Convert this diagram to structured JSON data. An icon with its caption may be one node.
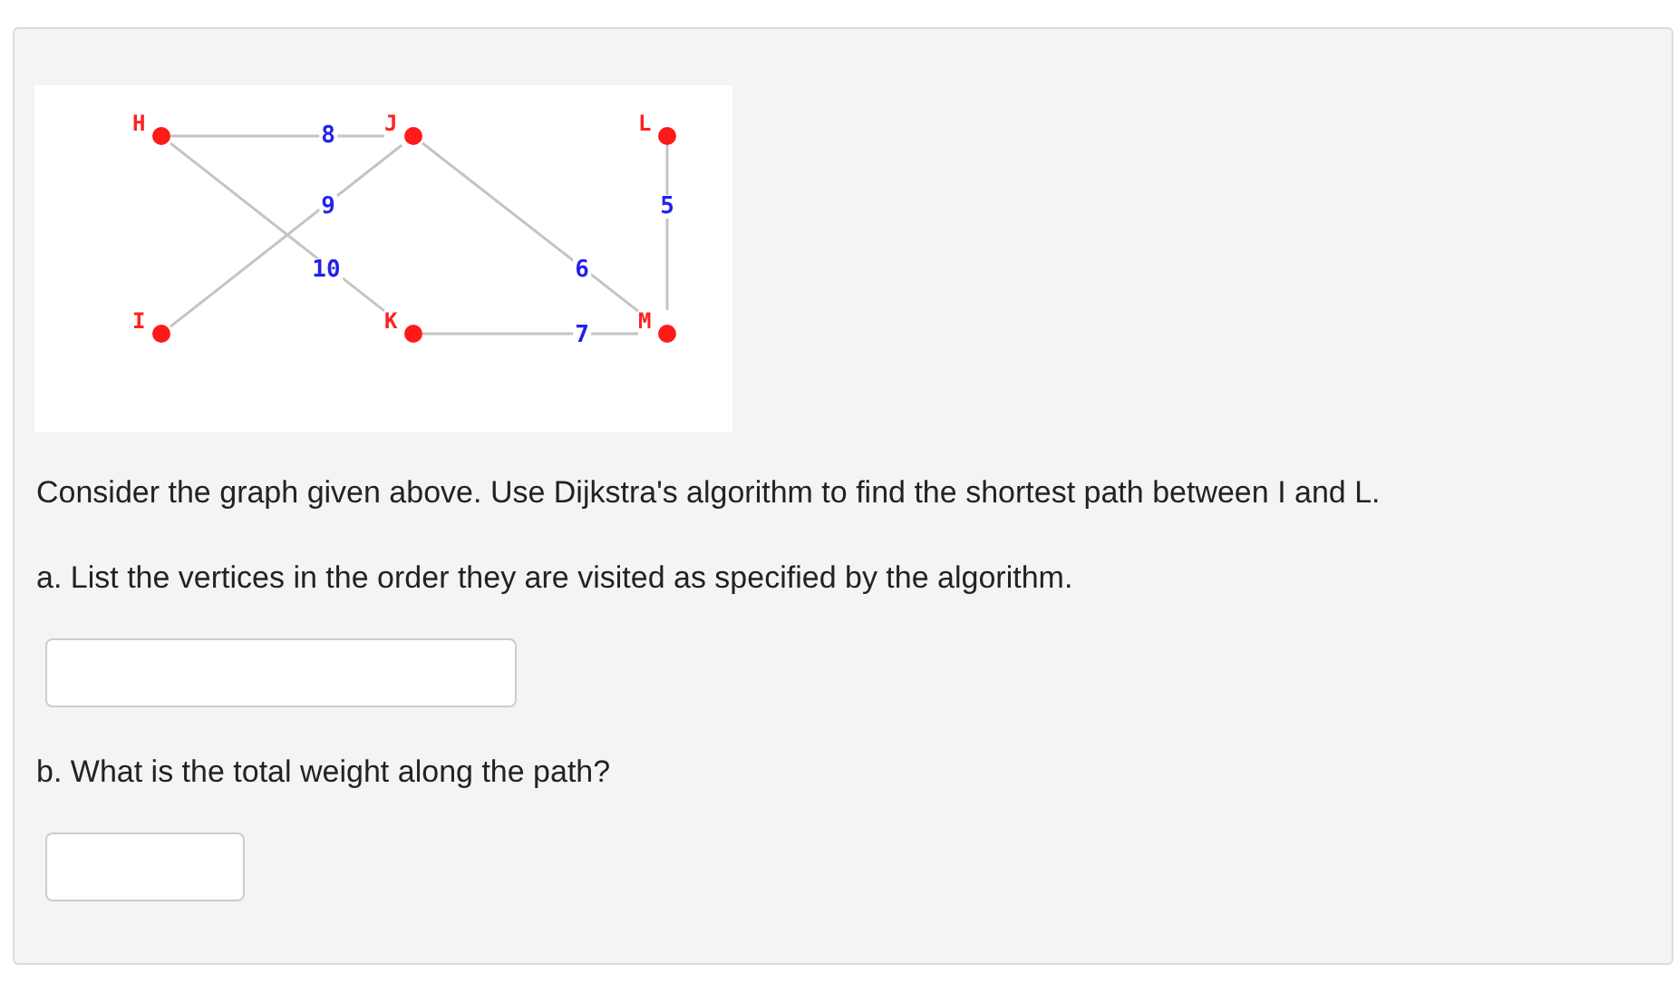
{
  "diagram": {
    "nodes": [
      {
        "text": [
          "H"
        ]
      },
      {
        "text": [
          "J"
        ]
      },
      {
        "text": [
          "L"
        ]
      },
      {
        "text": [
          "I"
        ]
      },
      {
        "text": [
          "K"
        ]
      },
      {
        "text": [
          "M"
        ]
      }
    ],
    "edges": [
      {
        "from": 0,
        "to": 1,
        "arrow": "none",
        "label": "8"
      },
      {
        "from": 3,
        "to": 1,
        "arrow": "none",
        "label": "9"
      },
      {
        "from": 0,
        "to": 4,
        "arrow": "none",
        "label": "10"
      },
      {
        "from": 1,
        "to": 5,
        "arrow": "none",
        "label": "6"
      },
      {
        "from": 2,
        "to": 5,
        "arrow": "none",
        "label": "5"
      },
      {
        "from": 4,
        "to": 5,
        "arrow": "none",
        "label": "7"
      }
    ],
    "labels": [
      "Consider the graph given above. Use Dijkstra's algorithm to find the shortest path between I and L.",
      "a. List the vertices in the order they are visited as specified by the algorithm.",
      "b. What is the total weight along the path?"
    ]
  }
}
